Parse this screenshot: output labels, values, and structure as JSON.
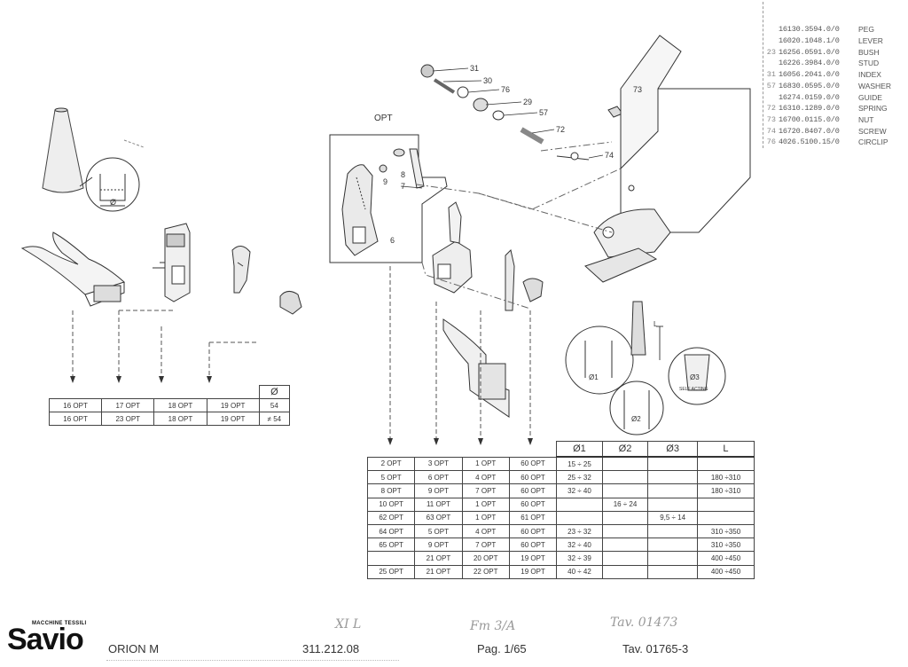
{
  "parts_list": [
    {
      "pos": "",
      "code": "",
      "name": "",
      "faint": true
    },
    {
      "pos": "",
      "code": "",
      "name": "",
      "faint": true
    },
    {
      "pos": "",
      "code": "16130.3594.0/0",
      "name": "PEG"
    },
    {
      "pos": "",
      "code": "16020.1048.1/0",
      "name": "LEVER"
    },
    {
      "pos": "23",
      "code": "16256.0591.0/0",
      "name": "BUSH"
    },
    {
      "pos": "",
      "code": "16226.3984.0/0",
      "name": "STUD"
    },
    {
      "pos": "31",
      "code": "16056.2041.0/0",
      "name": "INDEX"
    },
    {
      "pos": "57",
      "code": "16830.0595.0/0",
      "name": "WASHER"
    },
    {
      "pos": "",
      "code": "16274.0159.0/0",
      "name": "GUIDE"
    },
    {
      "pos": "72",
      "code": "16310.1289.0/0",
      "name": "SPRING"
    },
    {
      "pos": "73",
      "code": "16700.0115.0/0",
      "name": "NUT"
    },
    {
      "pos": "74",
      "code": "16720.8407.0/0",
      "name": "SCREW"
    },
    {
      "pos": "76",
      "code": "4026.5100.15/0",
      "name": "CIRCLIP"
    }
  ],
  "callouts": {
    "c31": "31",
    "c30": "30",
    "c76": "76",
    "c29": "29",
    "c57": "57",
    "c72": "72",
    "c74": "74",
    "c73": "73",
    "c6": "6",
    "c7": "7",
    "c8": "8",
    "c9": "9",
    "opt": "OPT",
    "diam": "Ø",
    "d1": "Ø1",
    "d2": "Ø2",
    "d3": "Ø3",
    "L": "L",
    "self_acting": "SELF ACTING"
  },
  "left_table": {
    "header_last": "Ø",
    "rows": [
      [
        "16 OPT",
        "17 OPT",
        "18 OPT",
        "19 OPT",
        "54"
      ],
      [
        "16 OPT",
        "23 OPT",
        "18 OPT",
        "19 OPT",
        "≠ 54"
      ]
    ]
  },
  "main_table": {
    "headers": [
      "Ø1",
      "Ø2",
      "Ø3",
      "L"
    ],
    "rows": [
      [
        "2 OPT",
        "3 OPT",
        "1 OPT",
        "60 OPT",
        "15 ÷ 25",
        "",
        "",
        ""
      ],
      [
        "5 OPT",
        "6 OPT",
        "4 OPT",
        "60 OPT",
        "25 ÷ 32",
        "",
        "",
        "180 ÷310"
      ],
      [
        "8 OPT",
        "9 OPT",
        "7 OPT",
        "60 OPT",
        "32 ÷ 40",
        "",
        "",
        "180 ÷310"
      ],
      [
        "10 OPT",
        "11 OPT",
        "1 OPT",
        "60 OPT",
        "",
        "16 ÷ 24",
        "",
        ""
      ],
      [
        "62 OPT",
        "63 OPT",
        "1 OPT",
        "61 OPT",
        "",
        "",
        "9,5 ÷ 14",
        ""
      ],
      [
        "64 OPT",
        "5 OPT",
        "4 OPT",
        "60 OPT",
        "23 ÷ 32",
        "",
        "",
        "310 ÷350"
      ],
      [
        "65 OPT",
        "9 OPT",
        "7 OPT",
        "60 OPT",
        "32 ÷ 40",
        "",
        "",
        "310 ÷350"
      ],
      [
        "",
        "21 OPT",
        "20 OPT",
        "19 OPT",
        "32 ÷ 39",
        "",
        "",
        "400 ÷450"
      ],
      [
        "25 OPT",
        "21 OPT",
        "22 OPT",
        "19 OPT",
        "40 ÷ 42",
        "",
        "",
        "400 ÷450"
      ]
    ]
  },
  "footer": {
    "logo_small": "MACCHINE TESSILI",
    "logo_big": "Savio",
    "model": "ORION M",
    "number": "311.212.08",
    "page": "Pag. 1/65",
    "tav": "Tav. 01765-3",
    "hand1": "XI L",
    "hand2": "Fm 3/A",
    "hand3": "Tav. 01473"
  }
}
